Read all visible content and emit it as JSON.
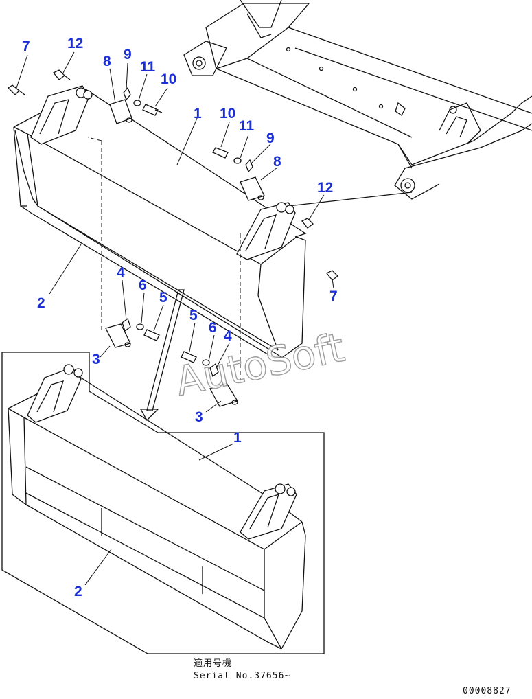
{
  "watermark": "AutoSoft",
  "serial_label_jp": "適用号機",
  "serial_label_en": "Serial No.37656~",
  "drawing_number": "00008827",
  "callouts": [
    {
      "id": "c-7-top",
      "text": "7"
    },
    {
      "id": "c-12-top",
      "text": "12"
    },
    {
      "id": "c-8-top",
      "text": "8"
    },
    {
      "id": "c-9-top",
      "text": "9"
    },
    {
      "id": "c-11-top",
      "text": "11"
    },
    {
      "id": "c-10-top",
      "text": "10"
    },
    {
      "id": "c-1-top",
      "text": "1"
    },
    {
      "id": "c-10-mid",
      "text": "10"
    },
    {
      "id": "c-11-mid",
      "text": "11"
    },
    {
      "id": "c-9-mid",
      "text": "9"
    },
    {
      "id": "c-8-mid",
      "text": "8"
    },
    {
      "id": "c-12-right",
      "text": "12"
    },
    {
      "id": "c-2-top",
      "text": "2"
    },
    {
      "id": "c-4-left",
      "text": "4"
    },
    {
      "id": "c-6-left",
      "text": "6"
    },
    {
      "id": "c-5-left",
      "text": "5"
    },
    {
      "id": "c-7-right",
      "text": "7"
    },
    {
      "id": "c-3-left",
      "text": "3"
    },
    {
      "id": "c-5-right",
      "text": "5"
    },
    {
      "id": "c-6-right",
      "text": "6"
    },
    {
      "id": "c-4-right",
      "text": "4"
    },
    {
      "id": "c-3-right",
      "text": "3"
    },
    {
      "id": "c-1-inset",
      "text": "1"
    },
    {
      "id": "c-2-inset",
      "text": "2"
    }
  ]
}
